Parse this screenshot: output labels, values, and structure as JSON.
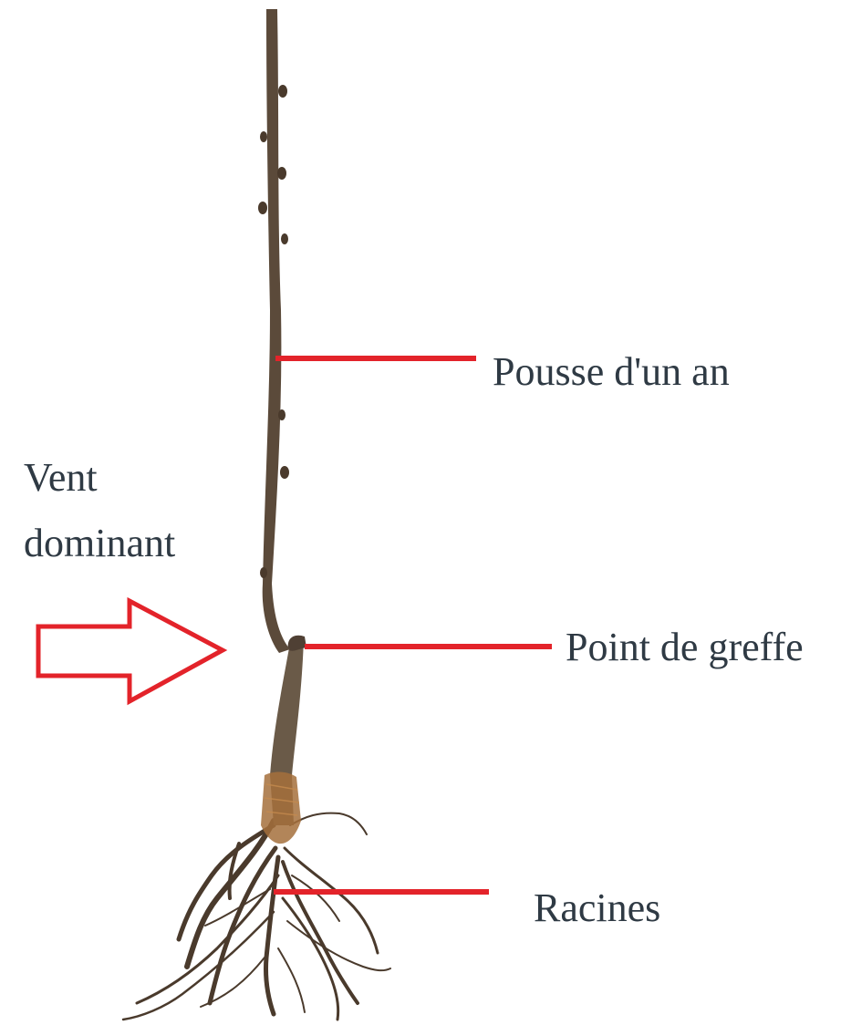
{
  "labels": {
    "shoot": "Pousse d'un an",
    "graft": "Point de greffe",
    "roots": "Racines",
    "wind_line1": "Vent",
    "wind_line2": "dominant"
  },
  "colors": {
    "leader_line": "#e3232a",
    "arrow_stroke": "#e3232a",
    "text": "#2f3a44",
    "stem": "#5b4a3a",
    "rootstock": "#6a5a48",
    "roots": "#4a3a2c",
    "root_collar": "#a5703c"
  },
  "icons": {
    "wind_arrow": "arrow-right-outline-icon",
    "plant": "grafted-sapling-illustration"
  }
}
